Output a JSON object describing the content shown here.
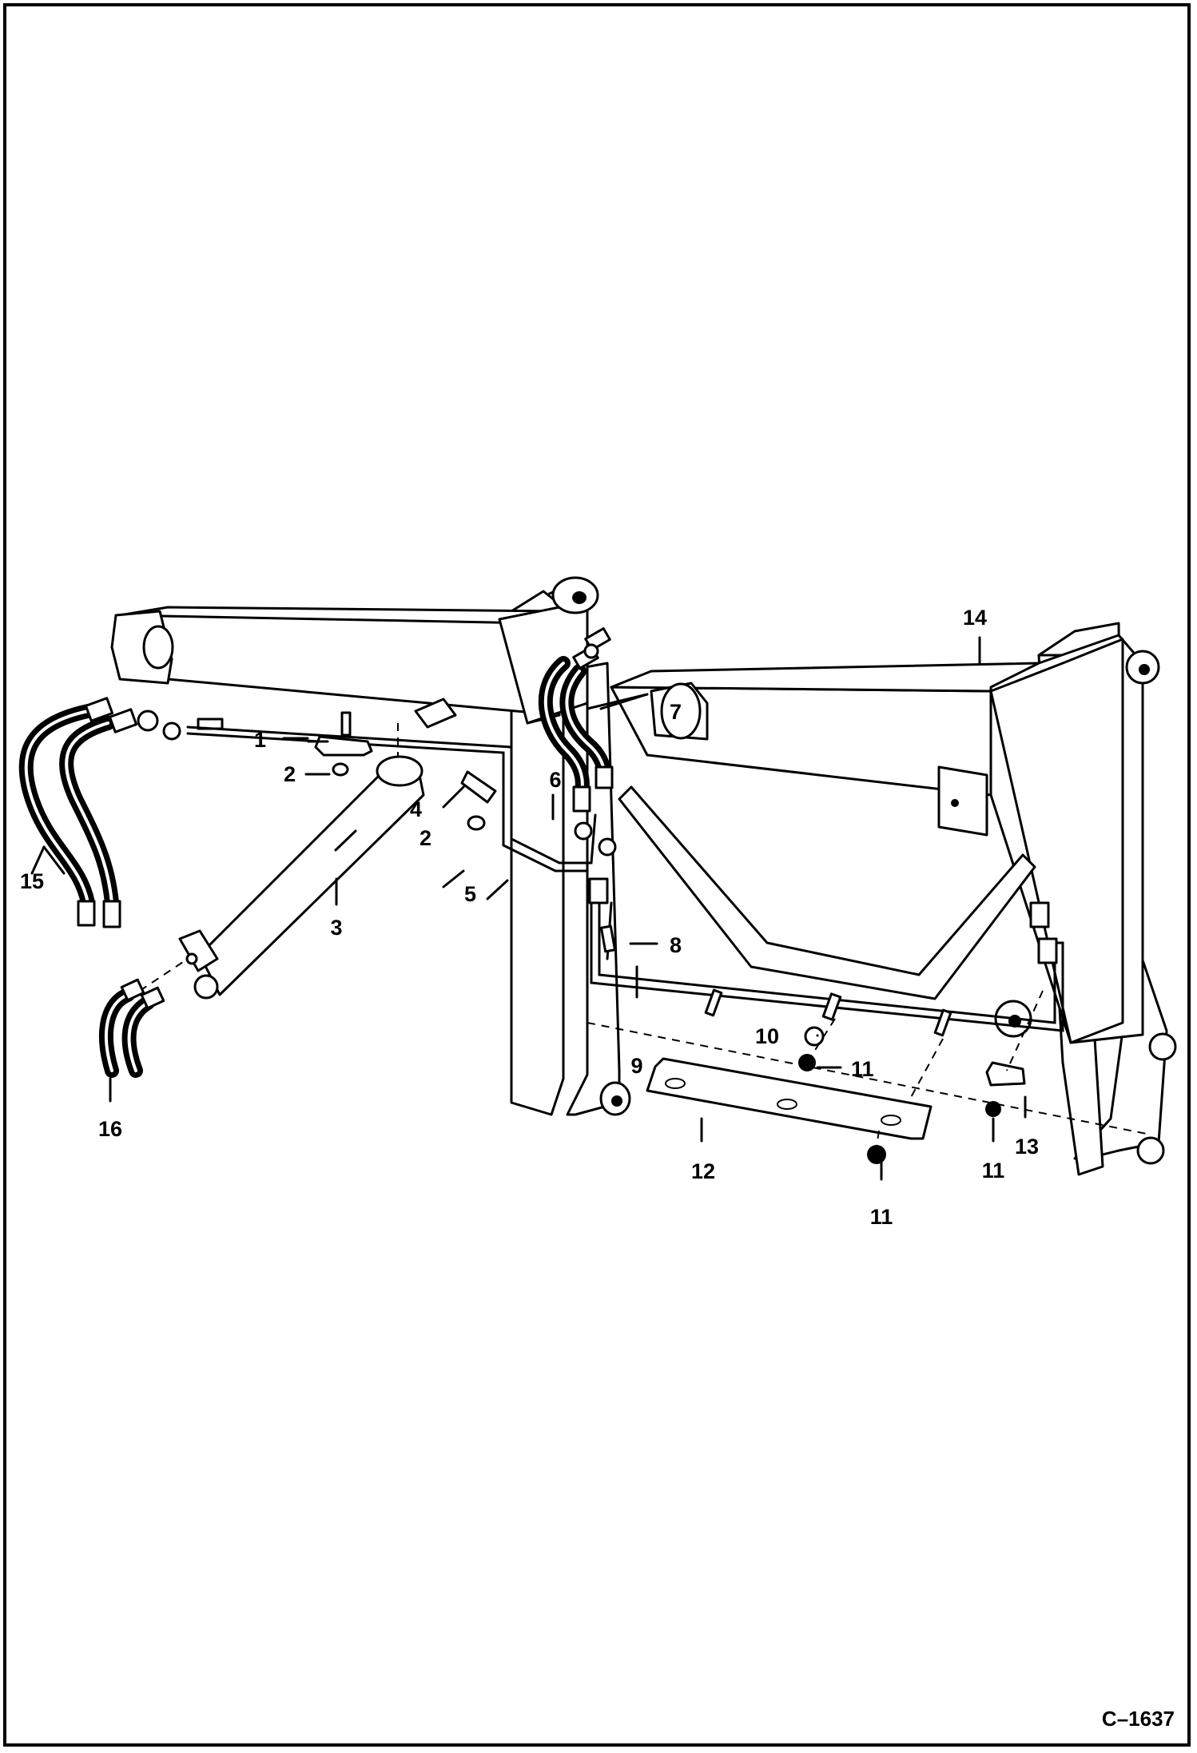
{
  "drawing_ref": "C–1637",
  "callouts": [
    {
      "id": "c1",
      "text": "1"
    },
    {
      "id": "c2a",
      "text": "2"
    },
    {
      "id": "c2b",
      "text": "2"
    },
    {
      "id": "c3",
      "text": "3"
    },
    {
      "id": "c4",
      "text": "4"
    },
    {
      "id": "c5",
      "text": "5"
    },
    {
      "id": "c6",
      "text": "6"
    },
    {
      "id": "c7",
      "text": "7"
    },
    {
      "id": "c8",
      "text": "8"
    },
    {
      "id": "c9",
      "text": "9"
    },
    {
      "id": "c10",
      "text": "10"
    },
    {
      "id": "c11a",
      "text": "11"
    },
    {
      "id": "c11b",
      "text": "11"
    },
    {
      "id": "c11c",
      "text": "11"
    },
    {
      "id": "c12",
      "text": "12"
    },
    {
      "id": "c13",
      "text": "13"
    },
    {
      "id": "c14",
      "text": "14"
    },
    {
      "id": "c15",
      "text": "15"
    },
    {
      "id": "c16",
      "text": "16"
    }
  ]
}
